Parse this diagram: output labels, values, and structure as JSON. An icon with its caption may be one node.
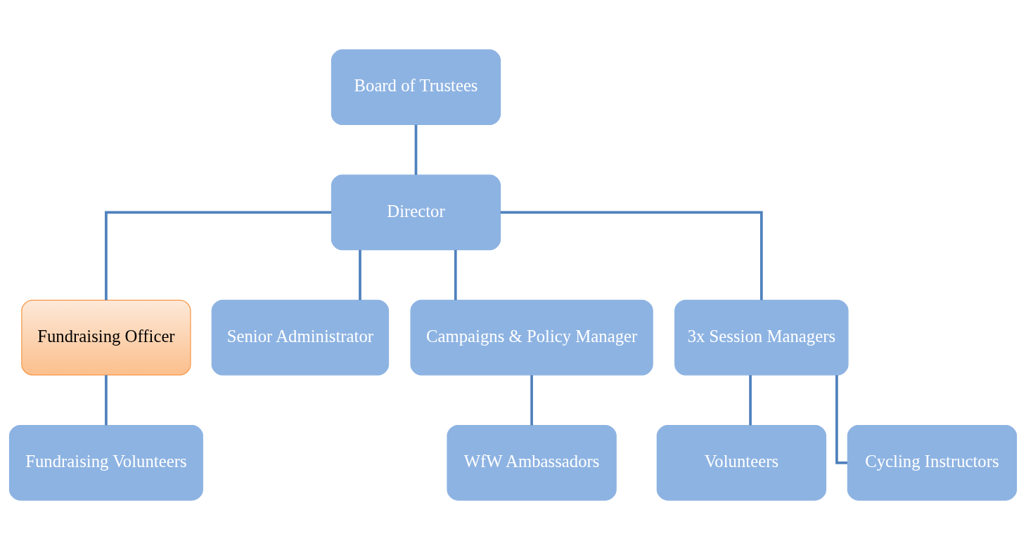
{
  "diagram": {
    "nodes": [
      {
        "text": [
          "Board of Trustees"
        ]
      },
      {
        "text": [
          "Director"
        ]
      },
      {
        "text": [
          "Fundraising Officer"
        ]
      },
      {
        "text": [
          "Senior Administrator"
        ]
      },
      {
        "text": [
          "Campaigns & Policy Manager"
        ]
      },
      {
        "text": [
          "3x Session Managers"
        ]
      },
      {
        "text": [
          "Fundraising Volunteers"
        ]
      },
      {
        "text": [
          "WfW Ambassadors"
        ]
      },
      {
        "text": [
          "Volunteers"
        ]
      },
      {
        "text": [
          "Cycling Instructors"
        ]
      }
    ],
    "edges": [
      {
        "from": 0,
        "to": 1,
        "arrow": "none"
      },
      {
        "from": 1,
        "to": 2,
        "arrow": "none"
      },
      {
        "from": 1,
        "to": 3,
        "arrow": "none"
      },
      {
        "from": 1,
        "to": 4,
        "arrow": "none"
      },
      {
        "from": 1,
        "to": 5,
        "arrow": "none"
      },
      {
        "from": 2,
        "to": 6,
        "arrow": "none"
      },
      {
        "from": 4,
        "to": 7,
        "arrow": "none"
      },
      {
        "from": 5,
        "to": 8,
        "arrow": "none"
      },
      {
        "from": 5,
        "to": 9,
        "arrow": "none"
      }
    ]
  }
}
